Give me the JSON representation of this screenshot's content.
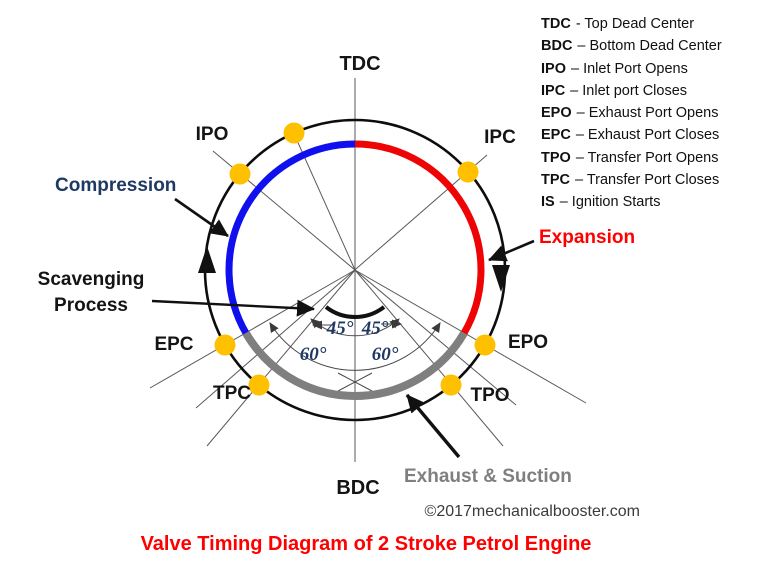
{
  "legend": {
    "items": [
      {
        "abbr": "TDC",
        "text": "- Top Dead Center"
      },
      {
        "abbr": "BDC",
        "text": "– Bottom Dead Center"
      },
      {
        "abbr": "IPO",
        "text": "– Inlet Port Opens"
      },
      {
        "abbr": "IPC",
        "text": "– Inlet port Closes"
      },
      {
        "abbr": "EPO",
        "text": "– Exhaust Port Opens"
      },
      {
        "abbr": "EPC",
        "text": "– Exhaust Port Closes"
      },
      {
        "abbr": "TPO",
        "text": "– Transfer Port Opens"
      },
      {
        "abbr": "TPC",
        "text": "– Transfer Port Closes"
      },
      {
        "abbr": "IS",
        "text": "– Ignition Starts"
      }
    ]
  },
  "diagram": {
    "ports": [
      {
        "label": "TDC"
      },
      {
        "label": "BDC"
      },
      {
        "label": "IPO"
      },
      {
        "label": "IPC"
      },
      {
        "label": "EPO"
      },
      {
        "label": "EPC"
      },
      {
        "label": "TPO"
      },
      {
        "label": "TPC"
      }
    ],
    "angle_labels": [
      "45°",
      "45°",
      "60°",
      "60°"
    ],
    "arcs": [
      {
        "name": "compression",
        "label": "Compression",
        "color": "#1010EE"
      },
      {
        "name": "expansion",
        "label": "Expansion",
        "color": "#EE0404"
      },
      {
        "name": "exhaust-suction",
        "label": "Exhaust & Suction",
        "color": "#7F7F7F"
      }
    ],
    "port_marker_color": "#FFC000",
    "rotation": "clockwise"
  },
  "annotations": {
    "compression": "Compression",
    "expansion": "Expansion",
    "scavenging_line1": "Scavenging",
    "scavenging_line2": "Process",
    "exhaust": "Exhaust & Suction"
  },
  "footer": {
    "copyright": "©2017mechanicalbooster.com",
    "title": "Valve Timing Diagram of 2 Stroke Petrol Engine"
  },
  "colors": {
    "navy_text": "#1F3864",
    "red_text": "#FF0000",
    "gray_text": "#7F7F7F",
    "dot": "#FFC000",
    "blue_arc": "#1010EE",
    "red_arc": "#EE0404",
    "gray_arc": "#7F7F7F"
  }
}
